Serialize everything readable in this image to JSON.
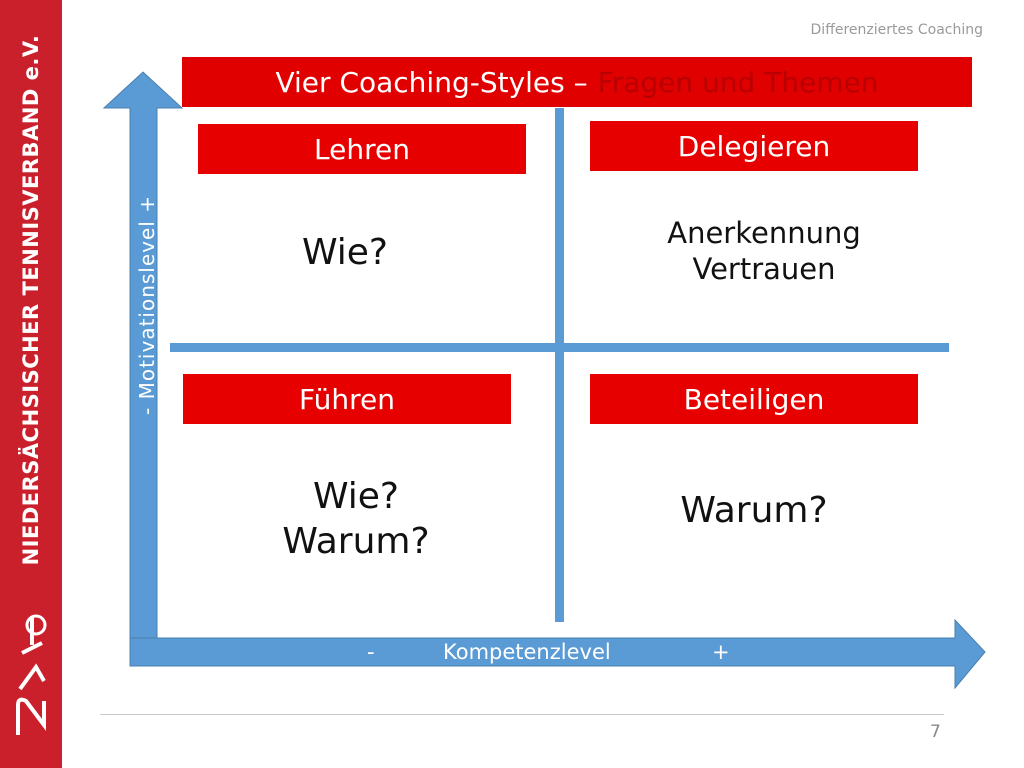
{
  "sidebar": {
    "org_name": "NIEDERSÄCHSISCHER TENNISVERBAND e.V.",
    "brand_color": "#c9202c"
  },
  "header": {
    "label": "Differenziertes Coaching"
  },
  "title": {
    "part1": "Vier Coaching-Styles –",
    "part2": "Fragen und Themen"
  },
  "axes": {
    "y_label": "-        Motivationslevel       +",
    "x_minus": "-",
    "x_label": "Kompetenzlevel",
    "x_plus": "+",
    "color": "#5b9bd5"
  },
  "quadrants": {
    "top_left": {
      "label": "Lehren",
      "text": "Wie?"
    },
    "top_right": {
      "label": "Delegieren",
      "text": "Anerkennung\nVertrauen"
    },
    "bottom_left": {
      "label": "Führen",
      "text": "Wie?\nWarum?"
    },
    "bottom_right": {
      "label": "Beteiligen",
      "text": "Warum?"
    }
  },
  "footer": {
    "page_number": "7"
  }
}
